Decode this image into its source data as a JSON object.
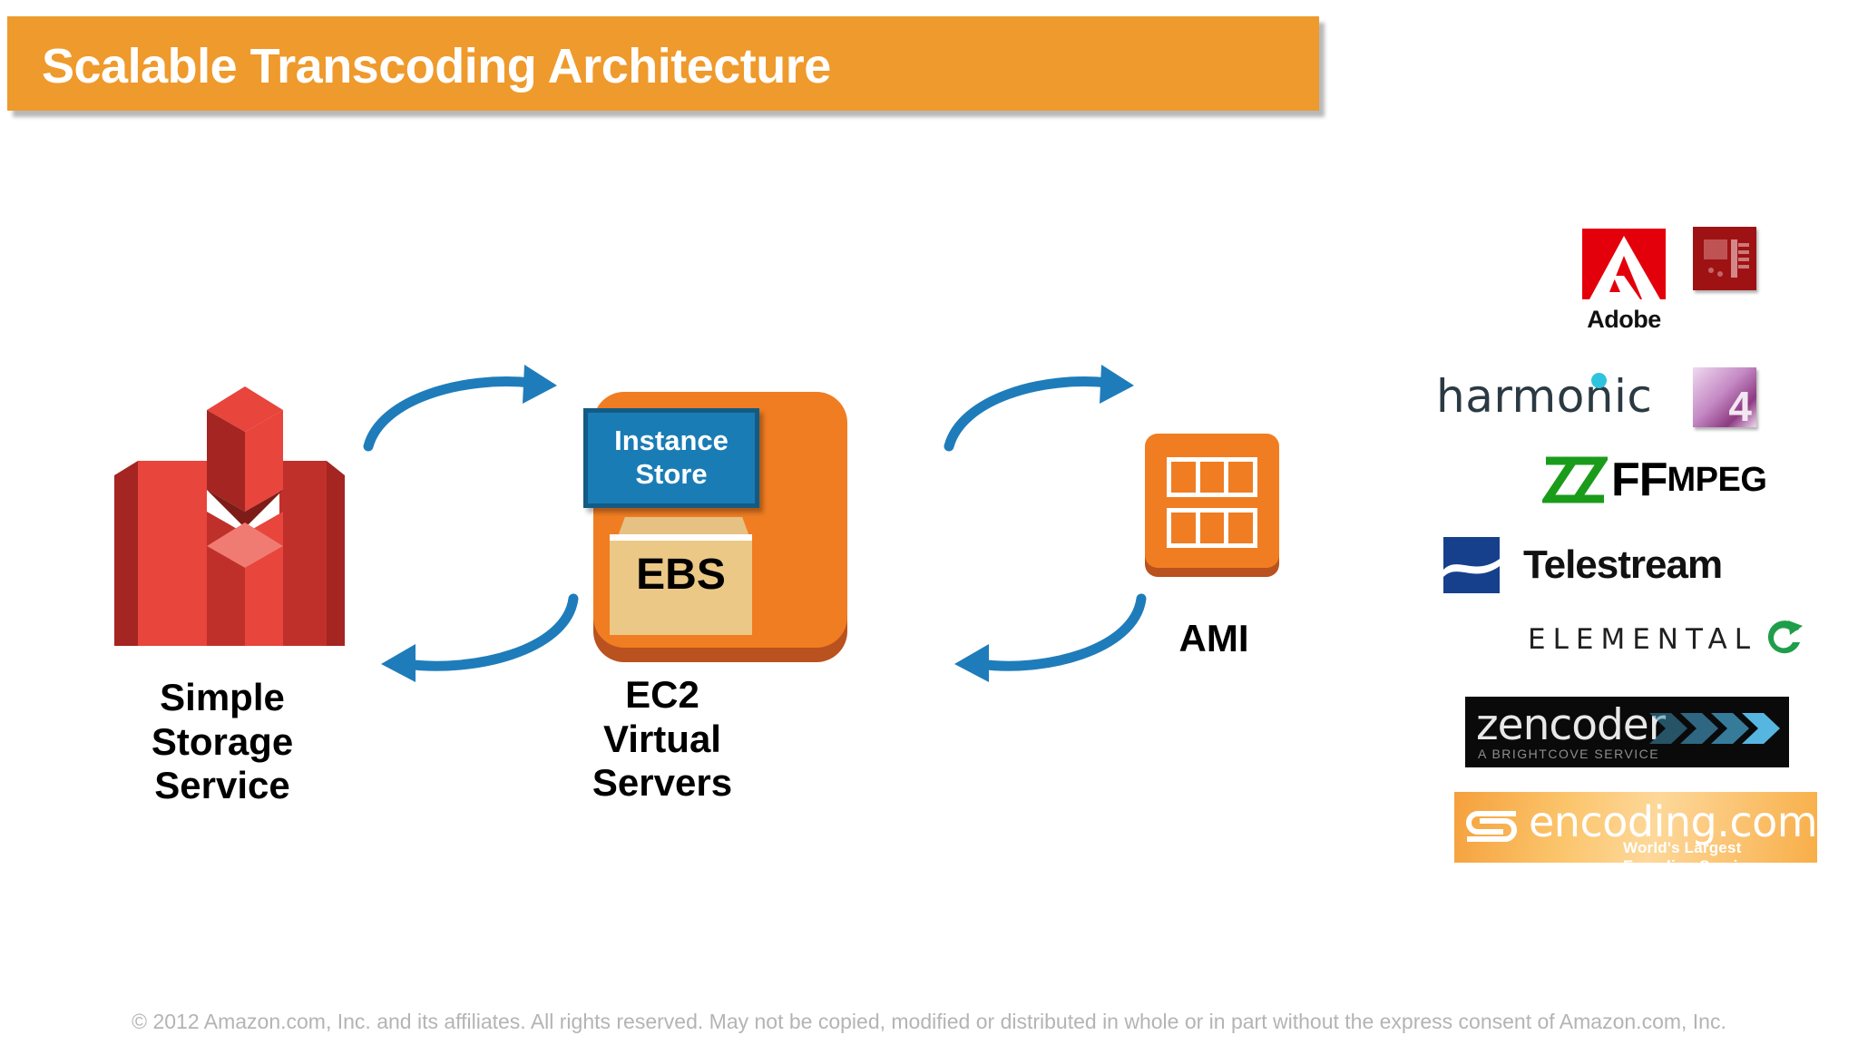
{
  "slide": {
    "title": "Scalable Transcoding Architecture",
    "title_bar_color": "#ef9a2c",
    "title_text_color": "#ffffff",
    "background": "#ffffff"
  },
  "nodes": [
    {
      "id": "s3",
      "icon": "s3-buckets-icon",
      "label_lines": [
        "Simple",
        "Storage",
        "Service"
      ],
      "color": "#d83a34"
    },
    {
      "id": "ec2",
      "icon": "ec2-rounded-square-icon",
      "label_lines": [
        "EC2",
        "Virtual",
        "Servers"
      ],
      "color": "#f07d22",
      "shadow_color": "#b9521e"
    },
    {
      "id": "ami",
      "icon": "ami-grid-icon",
      "label_lines": [
        "AMI"
      ],
      "color": "#f07d22",
      "shadow_color": "#b9521e"
    }
  ],
  "badges": {
    "instance_store": {
      "line1": "Instance",
      "line2": "Store",
      "fill": "#1a7cb5",
      "border": "#125b85",
      "text_color": "#ffffff"
    },
    "ebs": {
      "label": "EBS",
      "fill": "#ecc887",
      "lid_fill": "#e6c184",
      "text_color": "#000000"
    }
  },
  "arrows": [
    {
      "id": "s3-to-ec2",
      "direction": "right",
      "color": "#1f7cba"
    },
    {
      "id": "ec2-to-s3",
      "direction": "left",
      "color": "#1f7cba"
    },
    {
      "id": "ec2-to-ami",
      "direction": "right",
      "color": "#1f7cba"
    },
    {
      "id": "ami-to-ec2",
      "direction": "left",
      "color": "#1f7cba"
    }
  ],
  "vendors": [
    {
      "id": "adobe",
      "name": "Adobe",
      "wordmark": "Adobe"
    },
    {
      "id": "adobe-media-encoder",
      "name": "Adobe Media Encoder",
      "wordmark": ""
    },
    {
      "id": "harmonic",
      "name": "harmonic",
      "wordmark": "harmonic"
    },
    {
      "id": "sorenson-squeeze-4",
      "name": "Squeeze 4",
      "wordmark": "4"
    },
    {
      "id": "ffmpeg",
      "name": "FFMPEG",
      "wordmark_primary": "FF",
      "wordmark_secondary": "MPEG"
    },
    {
      "id": "telestream",
      "name": "Telestream",
      "wordmark": "Telestream"
    },
    {
      "id": "elemental",
      "name": "Elemental",
      "wordmark": "ELEMENTAL"
    },
    {
      "id": "zencoder",
      "name": "zencoder",
      "wordmark": "zencoder",
      "tagline": "A BRIGHTCOVE SERVICE"
    },
    {
      "id": "encoding-com",
      "name": "encoding.com",
      "wordmark": "encoding.com",
      "tagline": "World's Largest Encoding Service"
    }
  ],
  "footer": {
    "text": "© 2012 Amazon.com, Inc. and its affiliates.  All rights reserved.  May not be copied, modified or distributed in whole or in part without the express consent of Amazon.com, Inc."
  }
}
